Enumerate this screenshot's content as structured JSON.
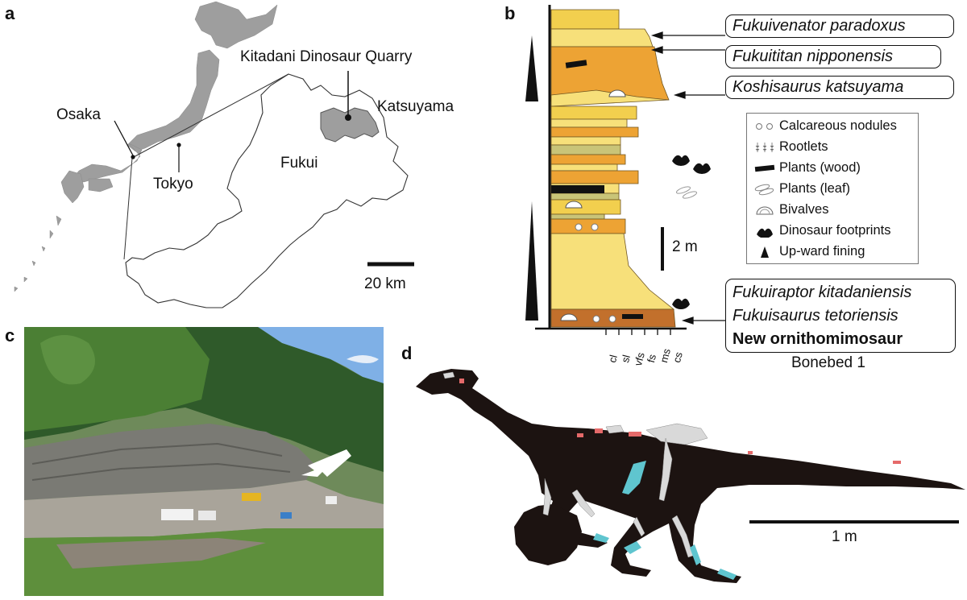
{
  "panels": {
    "a": "a",
    "b": "b",
    "c": "c",
    "d": "d"
  },
  "map": {
    "quarry": "Kitadani Dinosaur Quarry",
    "katsuyama": "Katsuyama",
    "osaka": "Osaka",
    "tokyo": "Tokyo",
    "fukui": "Fukui",
    "scale": "20 km"
  },
  "column": {
    "taxa_top": [
      "Fukuivenator paradoxus",
      "Fukuititan nipponensis",
      "Koshisaurus katsuyama"
    ],
    "taxa_bonebed": [
      "Fukuiraptor kitadaniensis",
      "Fukuisaurus tetoriensis"
    ],
    "new_taxon": "New ornithomimosaur",
    "bonebed": "Bonebed 1",
    "scale": "2 m",
    "grain_sizes": [
      "cl",
      "sl",
      "vfs",
      "fs",
      "ms",
      "cs"
    ],
    "legend": [
      "Calcareous nodules",
      "Rootlets",
      "Plants (wood)",
      "Plants (leaf)",
      "Bivalves",
      "Dinosaur footprints",
      "Up-ward fining"
    ]
  },
  "skeleton": {
    "scale": "1 m"
  },
  "colors": {
    "yellow_light": "#f7e07a",
    "yellow": "#f2cf4e",
    "orange": "#eda334",
    "orange_dark": "#e8912b",
    "brown": "#c2702c",
    "silhouette": "#1c1311",
    "bone_white": "#d9d9d9",
    "bone_red": "#e56a6a",
    "bone_cyan": "#5fc5cf"
  }
}
